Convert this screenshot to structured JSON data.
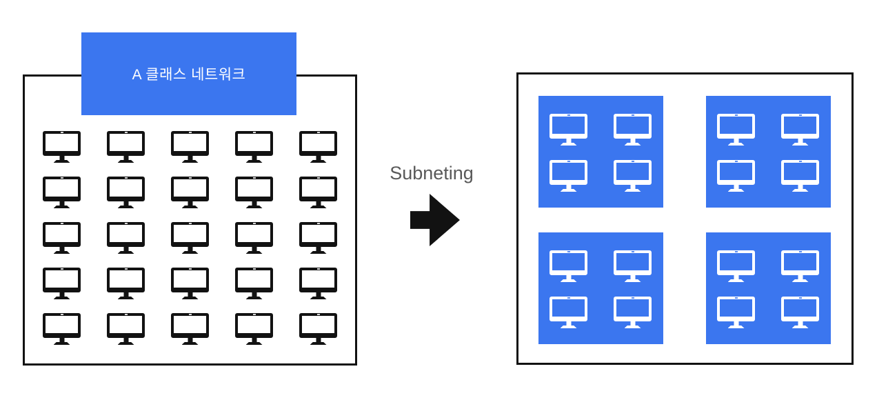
{
  "left_network": {
    "label": "A 클래스 네트워크",
    "host_grid": {
      "rows": 5,
      "cols": 5,
      "total_hosts": 25
    },
    "icon": "computer-monitor-icon"
  },
  "transform": {
    "label": "Subneting",
    "arrow_icon": "right-arrow-icon"
  },
  "right_network": {
    "subnet_grid": {
      "rows": 2,
      "cols": 2,
      "total_subnets": 4
    },
    "hosts_per_subnet": {
      "rows": 2,
      "cols": 2,
      "total_hosts": 4
    },
    "icon": "computer-monitor-icon"
  },
  "colors": {
    "accent_blue": "#3B76EF",
    "icon_black": "#121212",
    "label_gray": "#595959",
    "box_border": "#121212",
    "canvas_background": "#FFFFFF"
  }
}
